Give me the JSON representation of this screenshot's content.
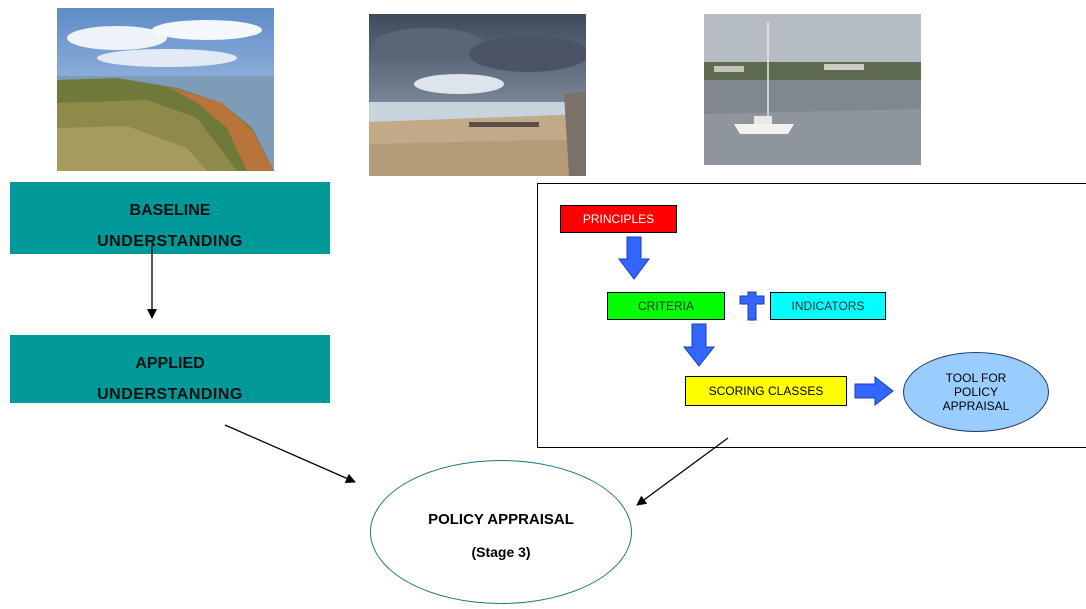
{
  "photos": [
    {
      "name": "eroding cliff coastline photo"
    },
    {
      "name": "sandy beach with groynes photo"
    },
    {
      "name": "moored sailboat estuary photo"
    }
  ],
  "baseline": {
    "line1": "BASELINE",
    "line2": "UNDERSTANDING"
  },
  "applied": {
    "line1": "APPLIED",
    "line2": "UNDERSTANDING"
  },
  "framework": {
    "principles": {
      "label": "PRINCIPLES",
      "fill": "#ff0000",
      "text_color": "#ffffff"
    },
    "criteria": {
      "label": "CRITERIA",
      "fill": "#00ff00",
      "text_color": "#333333"
    },
    "indicators": {
      "label": "INDICATORS",
      "fill": "#00ffff",
      "text_color": "#333333"
    },
    "scoring": {
      "label": "SCORING CLASSES",
      "fill": "#ffff00",
      "text_color": "#000000"
    },
    "tool": {
      "line1": "TOOL FOR",
      "line2": "POLICY",
      "line3": "APPRAISAL",
      "fill": "#99ccff"
    },
    "arrow_color": "#3366ff"
  },
  "policy": {
    "title": "POLICY APPRAISAL",
    "stage": "(Stage 3)"
  },
  "colors": {
    "teal": "#009999",
    "policy_border": "#1a7a7a"
  }
}
